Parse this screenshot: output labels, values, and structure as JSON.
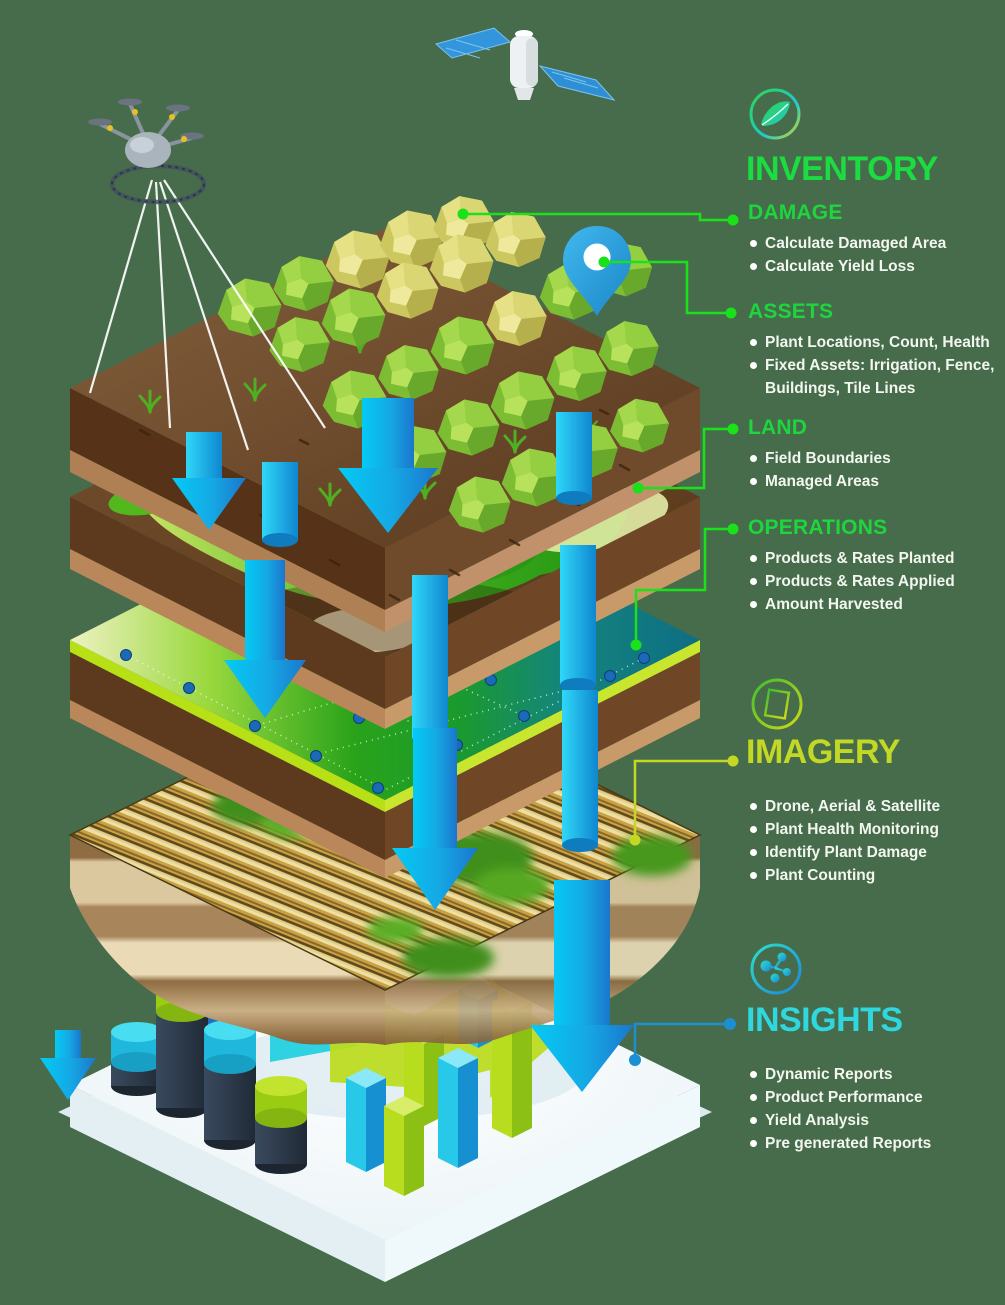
{
  "background_color": "#466c4b",
  "right_panel": {
    "inventory": {
      "icon": "leaf-icon",
      "title": "INVENTORY",
      "title_color": "#1bdc40",
      "groups": [
        {
          "label": "DAMAGE",
          "items": [
            "Calculate Damaged Area",
            "Calculate Yield Loss"
          ]
        },
        {
          "label": "ASSETS",
          "items": [
            "Plant Locations, Count, Health",
            "Fixed Assets: Irrigation, Fence, Buildings, Tile Lines"
          ]
        },
        {
          "label": "LAND",
          "items": [
            "Field Boundaries",
            "Managed Areas"
          ]
        },
        {
          "label": "OPERATIONS",
          "items": [
            "Products & Rates Planted",
            "Products & Rates Applied",
            "Amount Harvested"
          ]
        }
      ]
    },
    "imagery": {
      "icon": "image-icon",
      "title": "IMAGERY",
      "title_color": "#c3d824",
      "items": [
        "Drone, Aerial & Satellite",
        "Plant Health Monitoring",
        "Identify Plant Damage",
        "Plant Counting"
      ]
    },
    "insights": {
      "icon": "network-icon",
      "title": "INSIGHTS",
      "title_color": "#2fd7de",
      "items": [
        "Dynamic Reports",
        "Product Performance",
        "Yield Analysis",
        "Pre generated Reports"
      ]
    }
  },
  "illustration": {
    "satellite": "satellite-icon",
    "drone": "drone-icon",
    "map_pin": "map-pin-icon",
    "connector_green": "#1ae11a",
    "connector_yellow": "#c3d825",
    "connector_blue": "#1b8fd0",
    "arrow_blue": "#15a8e4"
  }
}
